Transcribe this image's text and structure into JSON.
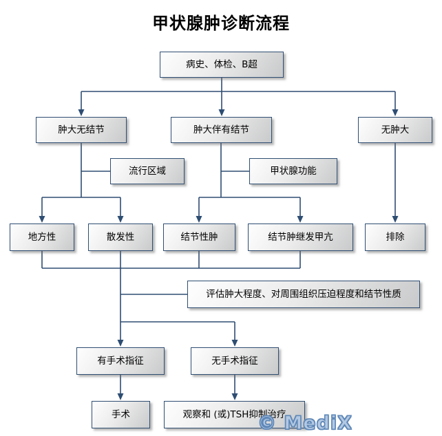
{
  "title": "甲状腺肿诊断流程",
  "watermark": "© MediX",
  "nodes": {
    "history": "病史、体检、B超",
    "enlarged_no_nodule": "肿大无结节",
    "enlarged_with_nodule": "肿大伴有结节",
    "no_enlargement": "无肿大",
    "epidemic_region": "流行区域",
    "thyroid_function": "甲状腺功能",
    "endemic": "地方性",
    "sporadic": "散发性",
    "nodular_goiter": "结节性肿",
    "nodular_goiter_hyperthyroidism": "结节肿继发甲亢",
    "exclude": "排除",
    "evaluate": "评估肿大程度、对周围组织压迫程度和结节性质",
    "surgical_indication": "有手术指征",
    "no_surgical_indication": "无手术指征",
    "surgery": "手术",
    "observation": "观察和 (或)TSH抑制治疗"
  },
  "colors": {
    "line": "#2e4d72",
    "box_border": "#2e4d72",
    "box_fill_light": "#fefefe",
    "box_fill_dark": "#c9cacb",
    "watermark_fill": "#b3c8e2",
    "watermark_outline": "#5f88b8"
  }
}
